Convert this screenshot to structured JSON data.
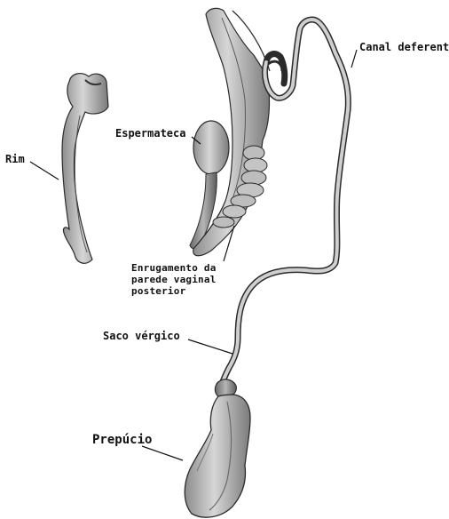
{
  "labels": {
    "canal_deferente": "Canal deferente",
    "espermateca": "Espermateca",
    "rim": "Rim",
    "enrugamento_line1": "Enrugamento da",
    "enrugamento_line2": "parede vaginal",
    "enrugamento_line3": "posterior",
    "saco_vergico": "Saco vérgico",
    "prepucio": "Prepúcio"
  },
  "colors": {
    "organ_fill": "#c9c9c9",
    "organ_shadow": "#6e6e6e",
    "outline": "#2b2b2b",
    "ink": "#111111"
  }
}
